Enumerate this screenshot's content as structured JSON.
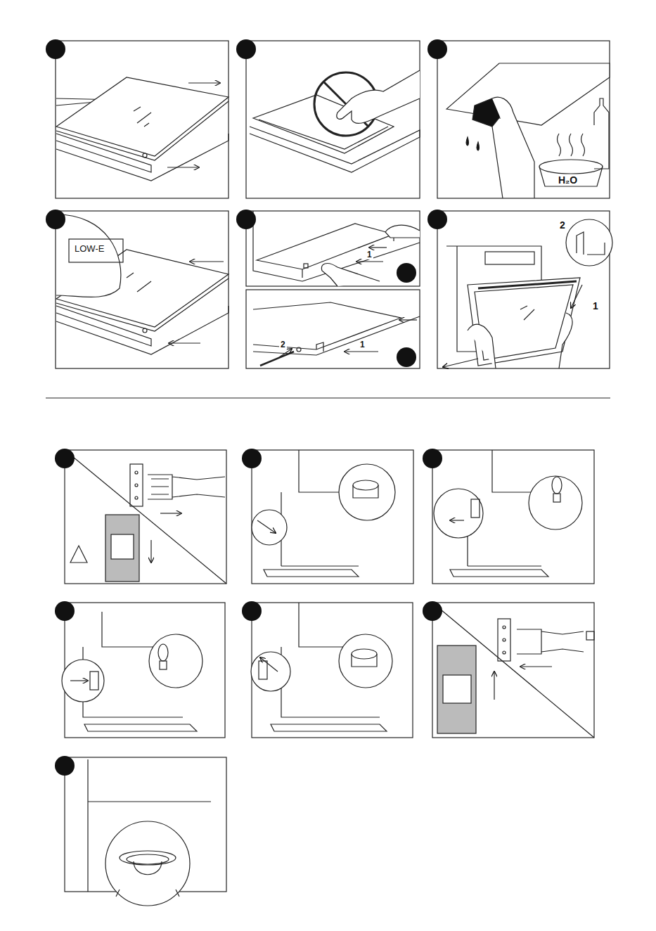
{
  "diagram": {
    "labels": [
      "LOW-E",
      "H₂O",
      "1",
      "1",
      "2",
      "2",
      "1"
    ]
  }
}
